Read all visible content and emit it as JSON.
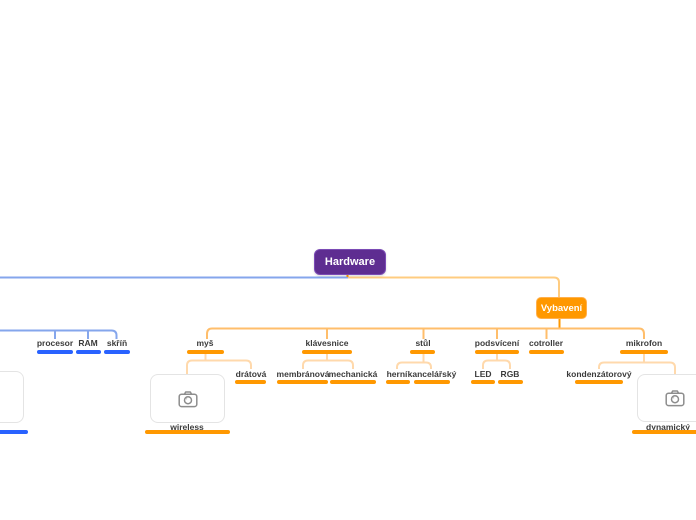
{
  "canvas": {
    "background": "#ffffff"
  },
  "palette": {
    "root_purple": "#5E2D91",
    "orange": "#FF9800",
    "orange_line_light": "#FFCC80",
    "blue": "#2962FF",
    "blue_line_light": "#85A6EC",
    "label_text": "#3b3b3b",
    "image_box_border": "#e4e4e4",
    "camera_icon_gray": "#8d8d8d"
  },
  "mindmap": {
    "root": {
      "label": "Hardware"
    },
    "left_branch": {
      "color": "#2962FF",
      "items": [
        {
          "type": "image",
          "label": "",
          "icon": "camera-icon"
        },
        {
          "label": "procesor"
        },
        {
          "label": "RAM"
        },
        {
          "label": "skříň"
        }
      ]
    },
    "right_branch": {
      "color": "#FF9800",
      "node": {
        "label": "Vybavení"
      },
      "items": [
        {
          "label": "myš",
          "children": [
            {
              "type": "image",
              "label": "wireless",
              "icon": "camera-icon"
            },
            {
              "label": "drátová"
            }
          ]
        },
        {
          "label": "klávesnice",
          "children": [
            {
              "label": "membránová"
            },
            {
              "label": "mechanická"
            }
          ]
        },
        {
          "label": "stůl",
          "children": [
            {
              "label": "herní"
            },
            {
              "label": "kancelářský"
            }
          ]
        },
        {
          "label": "podsvícení",
          "children": [
            {
              "label": "LED"
            },
            {
              "label": "RGB"
            }
          ]
        },
        {
          "label": "cotroller",
          "children": []
        },
        {
          "label": "mikrofon",
          "children": [
            {
              "label": "kondenzátorový"
            },
            {
              "type": "image",
              "label": "dynamický",
              "icon": "camera-icon"
            }
          ]
        }
      ]
    }
  }
}
